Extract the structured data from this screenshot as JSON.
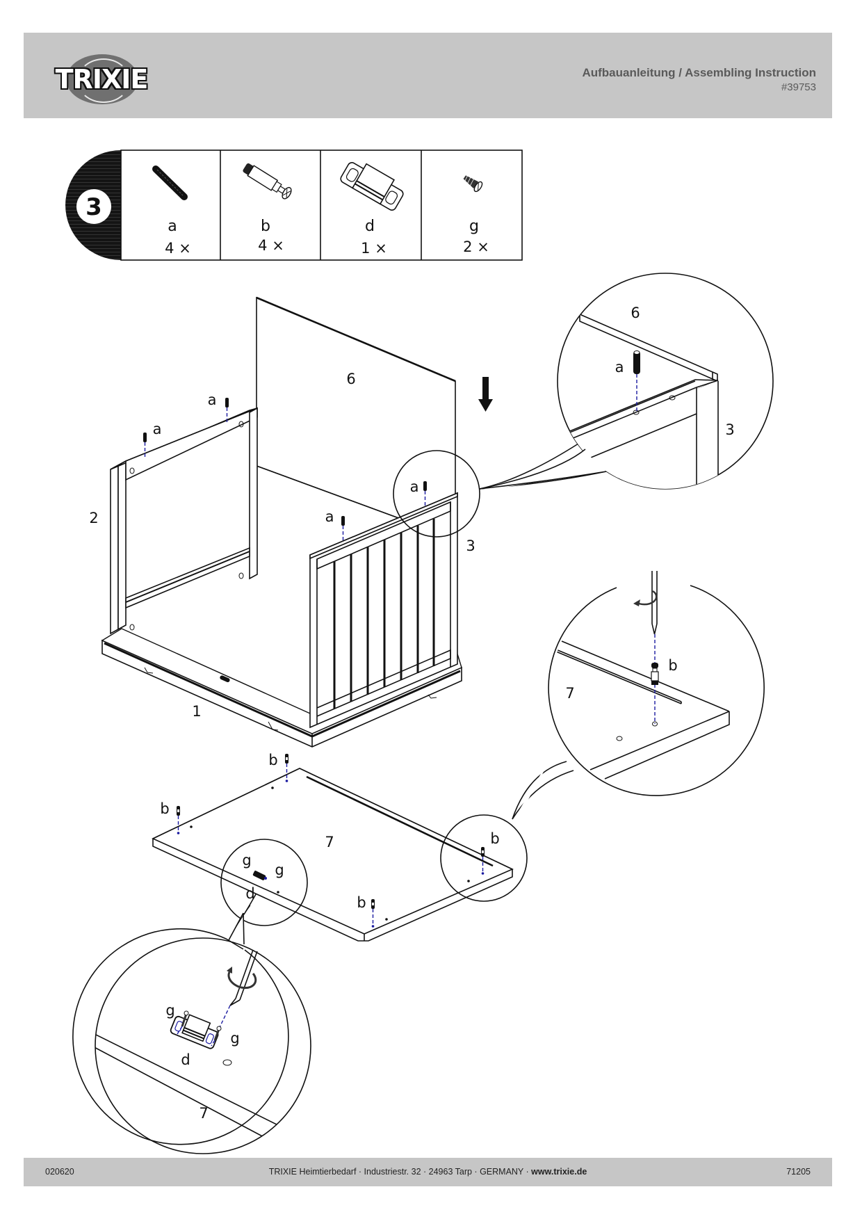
{
  "header": {
    "brand": "TRIXIE",
    "title": "Aufbauanleitung / Assembling Instruction",
    "article_number": "#39753"
  },
  "step": {
    "number": "3",
    "parts": [
      {
        "id": "a",
        "quantity": "4 ×",
        "icon": "wooden-dowel-icon"
      },
      {
        "id": "b",
        "quantity": "4 ×",
        "icon": "cam-bolt-icon"
      },
      {
        "id": "d",
        "quantity": "1 ×",
        "icon": "magnetic-catch-icon"
      },
      {
        "id": "g",
        "quantity": "2 ×",
        "icon": "screw-icon"
      }
    ]
  },
  "diagram": {
    "panel_labels": {
      "base": "1",
      "left_side": "2",
      "right_side": "3",
      "back": "6",
      "top_board": "7"
    },
    "part_labels": {
      "dowel": "a",
      "cam_bolt": "b",
      "catch": "d",
      "screw": "g"
    },
    "details": [
      {
        "name": "dowel-detail",
        "labels": [
          "6",
          "a",
          "3"
        ]
      },
      {
        "name": "cam-bolt-detail",
        "labels": [
          "b",
          "7"
        ]
      },
      {
        "name": "catch-detail",
        "labels": [
          "g",
          "g",
          "d",
          "7"
        ]
      }
    ]
  },
  "footer": {
    "date_code": "020620",
    "company": "TRIXIE Heimtierbedarf · Industriestr. 32 · 24963 Tarp · GERMANY · ",
    "website": "www.trixie.de",
    "page_code": "71205"
  }
}
